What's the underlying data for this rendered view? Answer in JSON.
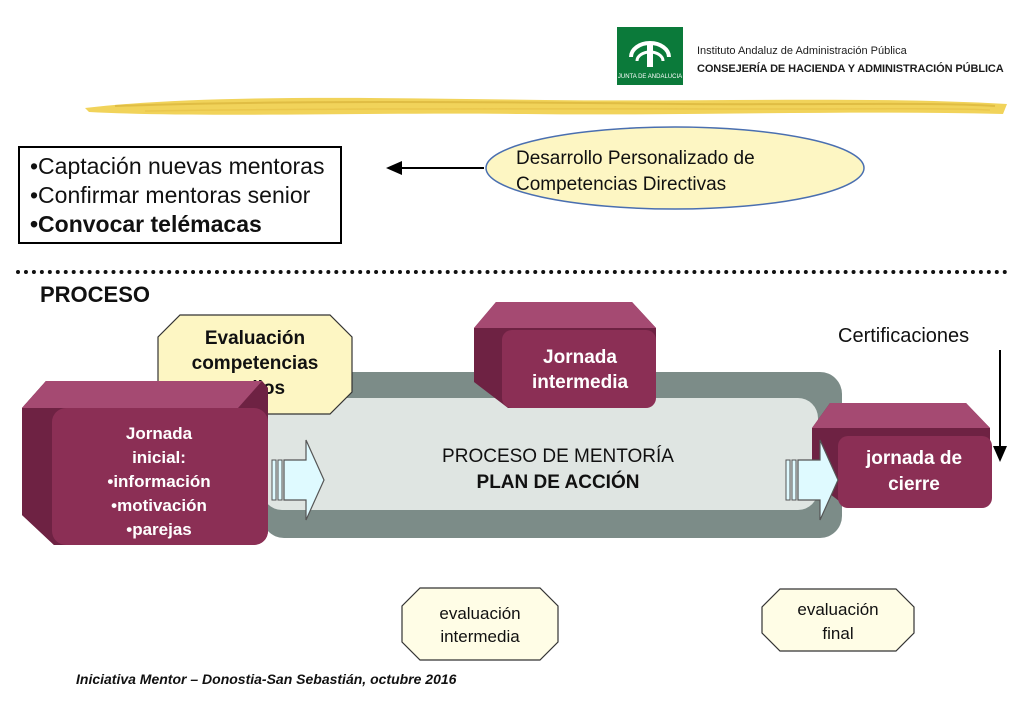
{
  "header": {
    "institute": "Instituto Andaluz de Administración Pública",
    "council": "CONSEJERÍA DE HACIENDA Y ADMINISTRACIÓN PÚBLICA",
    "logo_text": "JUNTA DE ANDALUCIA"
  },
  "tasks": {
    "item1": "•Captación nuevas mentoras",
    "item2": "•Confirmar mentoras senior",
    "item3": "•Convocar telémacas"
  },
  "program": {
    "line1": "Desarrollo Personalizado de",
    "line2": "Competencias Directivas"
  },
  "section_title": "PROCESO",
  "nodes": {
    "evaluacion_competencias": [
      "Evaluación",
      "competencias",
      "estilos"
    ],
    "jornada_intermedia": [
      "Jornada",
      "intermedia"
    ],
    "jornada_inicial": [
      "Jornada",
      "inicial:",
      "•información",
      "•motivación",
      "•parejas"
    ],
    "jornada_cierre": [
      "jornada de",
      "cierre"
    ],
    "certificaciones": "Certificaciones",
    "proceso_mentoria": "PROCESO DE MENTORÍA",
    "plan_accion": "PLAN DE ACCIÓN",
    "evaluacion_intermedia": [
      "evaluación",
      "intermedia"
    ],
    "evaluacion_final": [
      "evaluación",
      "final"
    ]
  },
  "footer": "Iniciativa Mentor – Donostia-San Sebastián, octubre 2016",
  "colors": {
    "maroon": "#8b2f55",
    "maroon_dark": "#6e2243",
    "pale_yellow": "#fdf6c3",
    "cream": "#fffde6",
    "gray_band": "#7c8c88",
    "band_inner": "#dfe5e2",
    "light_cyan": "#dffaff",
    "brush_yellow": "#f1d35a",
    "logo_green": "#0b7a3a"
  }
}
